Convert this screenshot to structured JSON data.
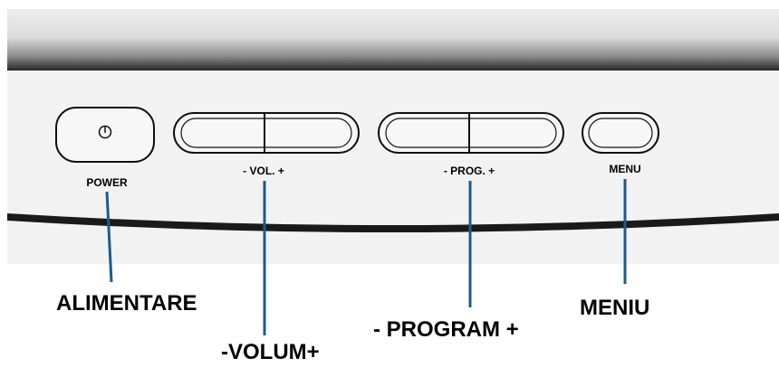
{
  "panel": {
    "buttons": {
      "power_label": "POWER",
      "vol_label": "- VOL. +",
      "prog_label": "- PROG. +",
      "menu_label": "MENU"
    }
  },
  "callouts": {
    "power": "ALIMENTARE",
    "volume": "-VOLUM+",
    "program": "- PROGRAM +",
    "menu": "MENIU"
  },
  "colors": {
    "leader_line": "#1d5a8c",
    "panel_face": "#f2f2f2",
    "bezel_dark": "#1a1a1a",
    "button_fill": "#f7f7f7",
    "outline": "#111111"
  },
  "icons": {
    "power_symbol": "power-icon"
  }
}
